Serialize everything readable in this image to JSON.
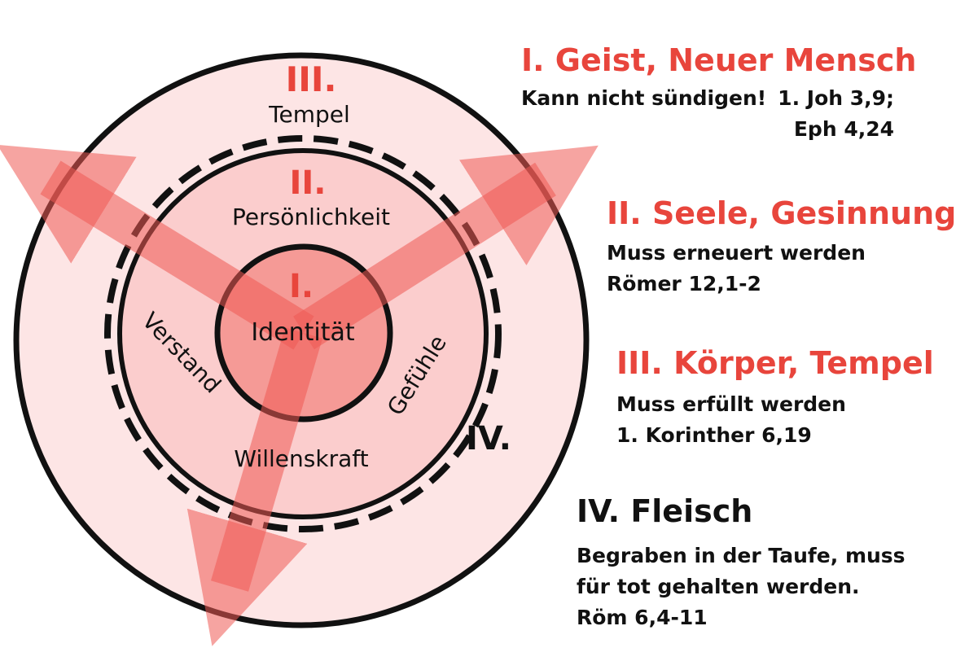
{
  "colors": {
    "accent": "#e8453c",
    "outer_fill": "#fde5e5",
    "middle_fill": "#fbcdcd",
    "inner_fill": "#f59a96",
    "arrow": "#ee5a54",
    "outline": "#111111",
    "text": "#111111",
    "background": "#ffffff"
  },
  "diagram": {
    "outer": {
      "numeral": "III.",
      "label": "Tempel"
    },
    "middle": {
      "numeral": "II.",
      "label": "Persönlichkeit",
      "faculties": {
        "left": "Verstand",
        "right": "Gefühle",
        "bottom": "Willenskraft"
      }
    },
    "inner": {
      "numeral": "I.",
      "label": "Identität"
    },
    "dashed_ring": {
      "numeral": "IV."
    }
  },
  "legend": [
    {
      "heading": "I. Geist, Neuer Mensch",
      "description": "Kann nicht sündigen!",
      "references": [
        "1. Joh 3,9;",
        "Eph 4,24"
      ],
      "color": "#e8453c"
    },
    {
      "heading": "II. Seele, Gesinnung",
      "description": "Muss erneuert werden",
      "references": [
        "Römer 12,1-2"
      ],
      "color": "#e8453c"
    },
    {
      "heading": "III. Körper, Tempel",
      "description": "Muss erfüllt werden",
      "references": [
        "1. Korinther 6,19"
      ],
      "color": "#e8453c"
    },
    {
      "heading": "IV. Fleisch",
      "description_lines": [
        "Begraben in der Taufe, muss",
        "für tot gehalten werden."
      ],
      "references": [
        "Röm 6,4-11"
      ],
      "color": "#111111"
    }
  ]
}
